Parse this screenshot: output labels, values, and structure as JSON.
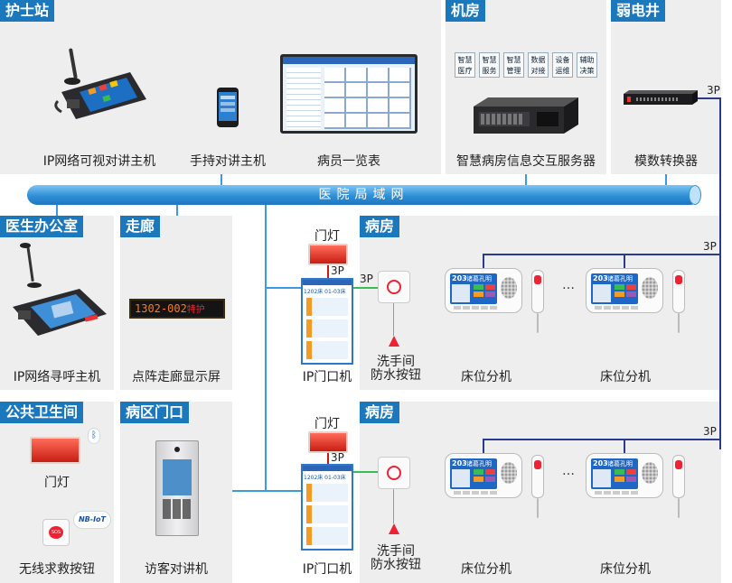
{
  "sections": {
    "nurse_station": "护士站",
    "machine_room": "机房",
    "weak_well": "弱电井",
    "doctor_office": "医生办公室",
    "corridor": "走廊",
    "ward_1": "病房",
    "public_toilet": "公共卫生间",
    "ward_gate": "病区门口",
    "ward_2": "病房"
  },
  "network": {
    "lan_label": "医院局域网"
  },
  "devices": {
    "ip_video_host": "IP网络可视对讲主机",
    "handheld_host": "手持对讲主机",
    "patient_board": "病员一览表",
    "server": "智慧病房信息交互服务器",
    "converter": "模数转换器",
    "ip_call_host": "IP网络寻呼主机",
    "corridor_display": "点阵走廊显示屏",
    "door_light_label": "门灯",
    "ip_door": "IP门口机",
    "waterproof_button": "洗手间\n防水按钮",
    "bed_terminal": "床位分机",
    "public_door_light": "门灯",
    "wireless_sos": "无线求救按钮",
    "visitor_intercom": "访客对讲机"
  },
  "server_modules": [
    [
      "智慧",
      "医疗"
    ],
    [
      "智慧",
      "服务"
    ],
    [
      "智慧",
      "管理"
    ],
    [
      "数据",
      "对接"
    ],
    [
      "设备",
      "运维"
    ],
    [
      "辅助",
      "决策"
    ]
  ],
  "corridor_led_text": "1302-002",
  "corridor_led_tail": "特护",
  "door_screen_title": "1202床 01-03床",
  "bed_screen_number": "203",
  "bed_screen_name": "诸葛孔明",
  "nb_iot": "NB-IoT",
  "sos_text": "SOS",
  "wire_3p": "3P",
  "ellipsis": "…",
  "colors": {
    "header_blue": "#1b78bd",
    "lan_blue": "#2f8fd6",
    "panel_gray": "#eeeeee",
    "wire_navy": "#2a3a8f"
  }
}
